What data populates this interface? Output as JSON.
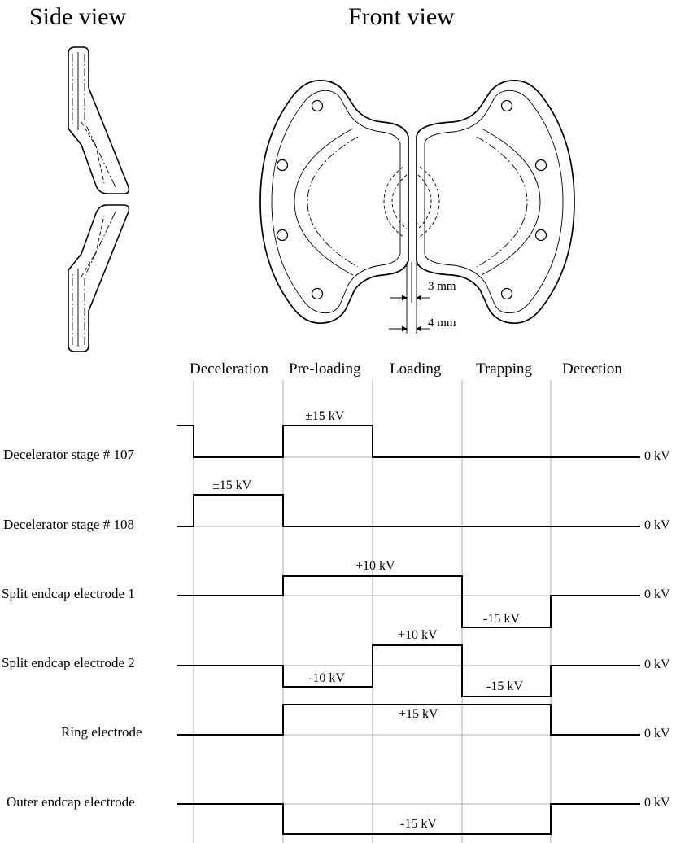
{
  "titles": {
    "side": "Side view",
    "front": "Front view"
  },
  "dimensions": {
    "gap_small": "3 mm",
    "gap_large": "4 mm"
  },
  "phases": [
    "Deceleration",
    "Pre-loading",
    "Loading",
    "Trapping",
    "Detection"
  ],
  "zero_label": "0 kV",
  "rows": [
    {
      "label": "Decelerator stage # 107",
      "levels": [
        "±15 kV"
      ]
    },
    {
      "label": "Decelerator stage # 108",
      "levels": [
        "±15 kV"
      ]
    },
    {
      "label": "Split endcap electrode 1",
      "levels": [
        "+10 kV",
        "-15 kV"
      ]
    },
    {
      "label": "Split endcap electrode 2",
      "levels": [
        "-10 kV",
        "+10 kV",
        "-15 kV"
      ]
    },
    {
      "label": "Ring electrode",
      "levels": [
        "+15 kV"
      ]
    },
    {
      "label": "Outer endcap electrode",
      "levels": [
        "-15 kV"
      ]
    }
  ],
  "colors": {
    "line": "#000000",
    "grid": "#9a9a9a",
    "background": "#ffffff"
  }
}
